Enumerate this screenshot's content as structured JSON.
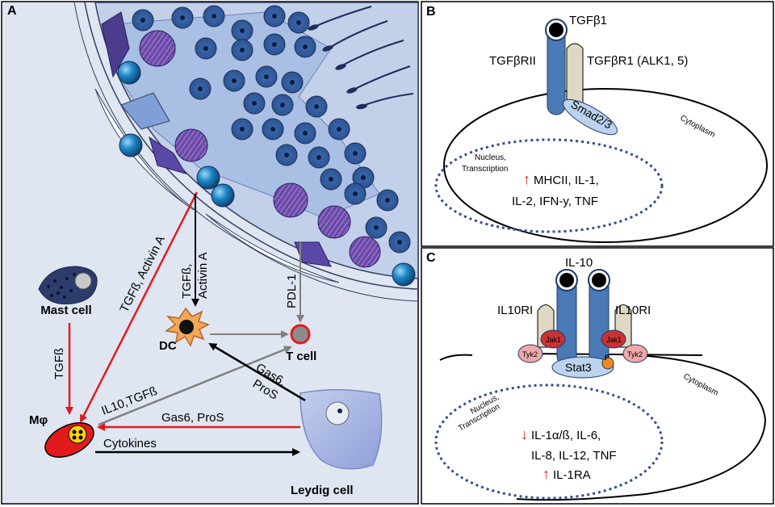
{
  "panels": {
    "a": {
      "letter": "A",
      "cells": {
        "mast_cell": "Mast cell",
        "dc": "DC",
        "t_cell": "T cell",
        "macrophage": "Mφ",
        "leydig_cell": "Leydig cell"
      },
      "arrows": {
        "tgfb_activin_red": "TGFß, Activin A",
        "tgfb_activin_black": "TGFß,",
        "tgfb_activin_black_2": "Activin A",
        "pdl1": "PDL-1",
        "mast_tgfb": "TGFß",
        "il10_tgfb": "IL10,TGFß",
        "gas6_pros_dc": "Gas6,",
        "gas6_pros_dc_2": "ProS",
        "gas6_pros_mphi": "Gas6, ProS",
        "cytokines": "Cytokines"
      }
    },
    "b": {
      "letter": "B",
      "ligand": "TGFβ1",
      "receptor_2": "TGFβRII",
      "receptor_1": "TGFβR1 (ALK1, 5)",
      "smad": "Smad2/3",
      "cytoplasm": "Cytoplasm",
      "nucleus": "Nucleus,",
      "nucleus_2": "Transcription",
      "up_line1": "MHCII, IL-1,",
      "up_line2": "IL-2, IFN-y, TNF"
    },
    "c": {
      "letter": "C",
      "ligand": "IL-10",
      "receptor_left": "IL10RI",
      "receptor_right": "IL10RI",
      "jak_left": "Jak1",
      "jak_right": "Jak1",
      "tyk_left": "Tyk2",
      "tyk_right": "Tyk2",
      "stat": "Stat3",
      "phospho": "P",
      "cytoplasm": "Cytoplasm",
      "nucleus": "Nucleus,",
      "nucleus_2": "Transcription",
      "down_line1": "IL-1α/ß, IL-6,",
      "down_line2": "IL-8, IL-12, TNF",
      "up_line": "IL-1RA"
    }
  },
  "colors": {
    "red_arrow": "#e31a1c",
    "gray_arrow": "#808080",
    "black_arrow": "#000000",
    "receptor_blue": "#4a7ab5",
    "receptor_beige": "#ddd9c4",
    "tubule_bg": "#c5d3ea",
    "panel_a_bg": "#dfe6f2"
  }
}
